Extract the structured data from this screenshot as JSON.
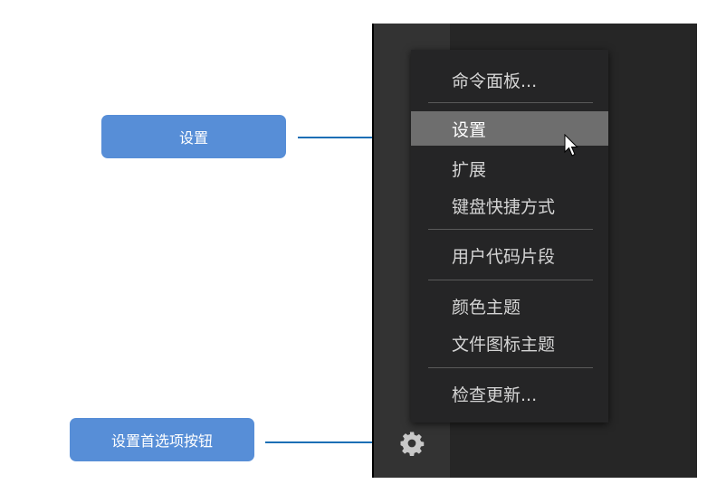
{
  "callouts": {
    "settings": "设置",
    "preferences_button": "设置首选项按钮"
  },
  "menu": {
    "items": [
      {
        "label": "命令面板..."
      },
      {
        "label": "设置",
        "highlighted": true
      },
      {
        "label": "扩展"
      },
      {
        "label": "键盘快捷方式"
      },
      {
        "label": "用户代码片段"
      },
      {
        "label": "颜色主题"
      },
      {
        "label": "文件图标主题"
      },
      {
        "label": "检查更新..."
      }
    ]
  },
  "icons": {
    "gear": "gear-icon",
    "cursor": "mouse-pointer-icon"
  },
  "colors": {
    "callout_bg": "#578ed7",
    "arrow": "#1c6fb5",
    "menu_bg": "#252526",
    "menu_highlight": "#6e6e6e",
    "activity_bar": "#333333",
    "editor_bg": "#262626"
  }
}
